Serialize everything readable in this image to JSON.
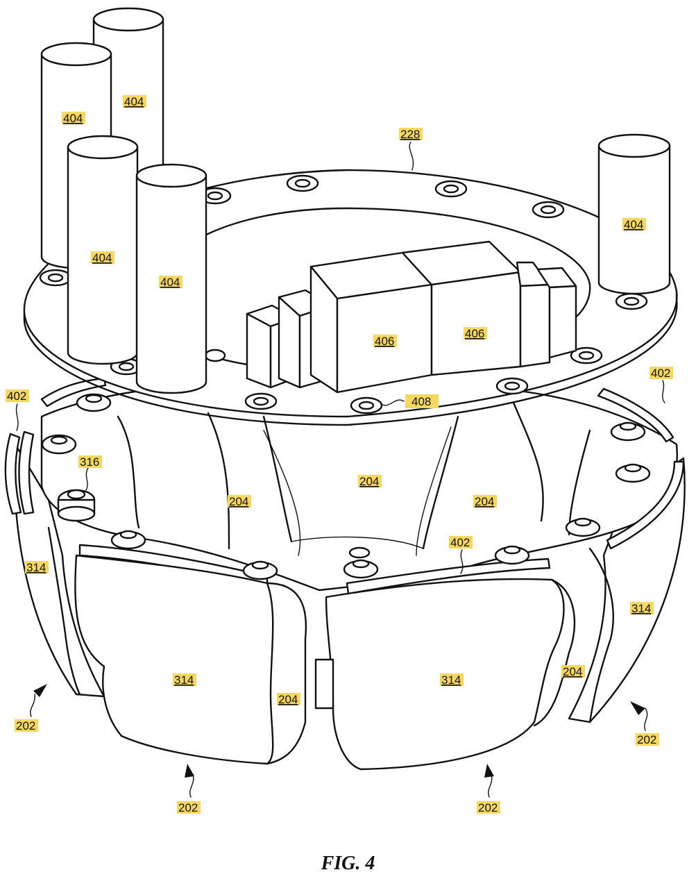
{
  "figure": {
    "caption": "FIG. 4"
  },
  "labels": {
    "plate": "228",
    "cylinder": "404",
    "box": "406",
    "washer": "408",
    "rail": "402",
    "fastener": "316",
    "panel": "314",
    "segment": "204",
    "module": "202"
  },
  "callouts": [
    {
      "id": "228",
      "label_key": "plate"
    },
    {
      "id": "404-a",
      "label_key": "cylinder"
    },
    {
      "id": "404-b",
      "label_key": "cylinder"
    },
    {
      "id": "404-c",
      "label_key": "cylinder"
    },
    {
      "id": "404-d",
      "label_key": "cylinder"
    },
    {
      "id": "404-e",
      "label_key": "cylinder"
    },
    {
      "id": "406-a",
      "label_key": "box"
    },
    {
      "id": "406-b",
      "label_key": "box"
    },
    {
      "id": "408",
      "label_key": "washer"
    },
    {
      "id": "402-a",
      "label_key": "rail"
    },
    {
      "id": "402-b",
      "label_key": "rail"
    },
    {
      "id": "402-c",
      "label_key": "rail"
    },
    {
      "id": "316",
      "label_key": "fastener"
    },
    {
      "id": "314-a",
      "label_key": "panel"
    },
    {
      "id": "314-b",
      "label_key": "panel"
    },
    {
      "id": "314-c",
      "label_key": "panel"
    },
    {
      "id": "314-d",
      "label_key": "panel"
    },
    {
      "id": "204-a",
      "label_key": "segment"
    },
    {
      "id": "204-b",
      "label_key": "segment"
    },
    {
      "id": "204-c",
      "label_key": "segment"
    },
    {
      "id": "204-d",
      "label_key": "segment"
    },
    {
      "id": "204-e",
      "label_key": "segment"
    },
    {
      "id": "202-a",
      "label_key": "module"
    },
    {
      "id": "202-b",
      "label_key": "module"
    },
    {
      "id": "202-c",
      "label_key": "module"
    },
    {
      "id": "202-d",
      "label_key": "module"
    }
  ]
}
